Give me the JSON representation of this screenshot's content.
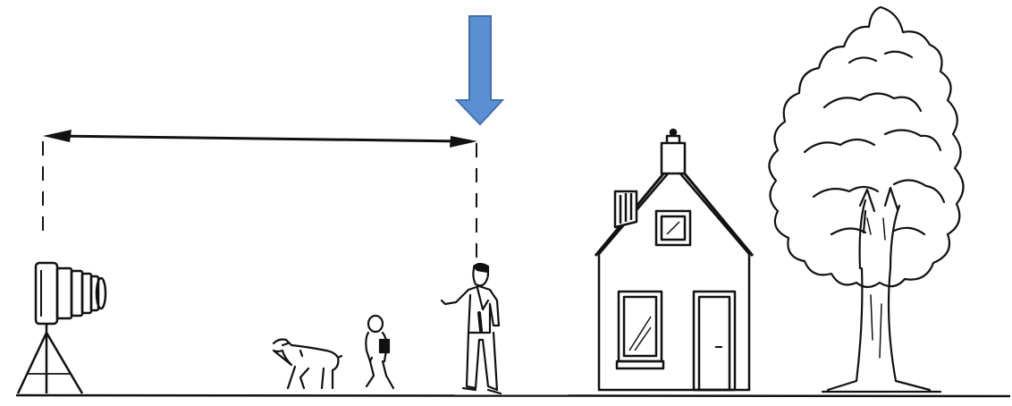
{
  "diagram": {
    "kind": "illustration",
    "elements": [
      {
        "id": "camera",
        "icon": "bellows-camera-on-tripod-icon"
      },
      {
        "id": "dog",
        "icon": "dog-icon"
      },
      {
        "id": "child",
        "icon": "child-icon"
      },
      {
        "id": "person",
        "icon": "standing-man-icon"
      },
      {
        "id": "house",
        "icon": "house-icon"
      },
      {
        "id": "tree",
        "icon": "tree-icon"
      }
    ],
    "indicators": {
      "focus_arrow": {
        "icon": "down-arrow-icon",
        "color": "#5b8fd4",
        "outline": "#3f70b3"
      },
      "distance_arrow": {
        "icon": "double-headed-arrow-icon",
        "from": "camera",
        "to": "person"
      }
    },
    "colors": {
      "ink": "#111111",
      "background": "#ffffff"
    }
  }
}
